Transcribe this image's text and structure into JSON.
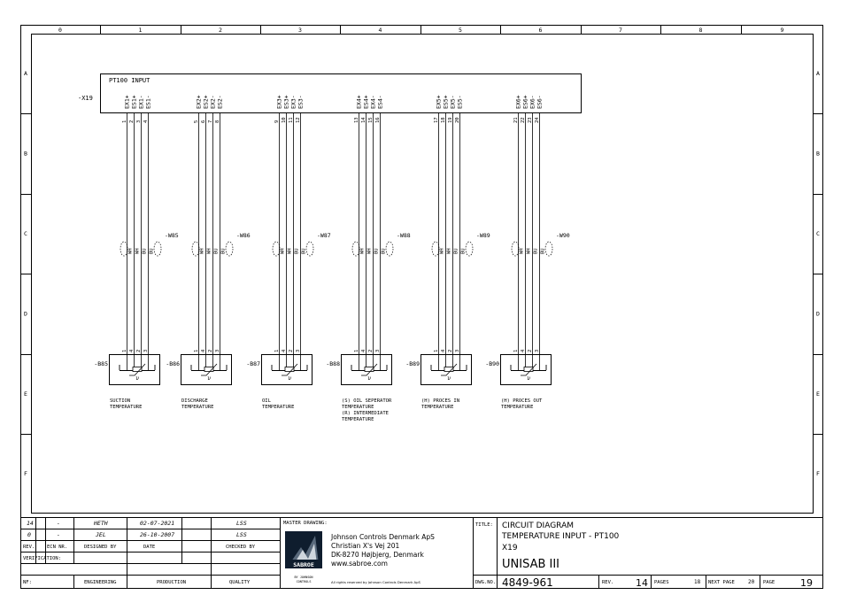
{
  "columns": [
    "0",
    "1",
    "2",
    "3",
    "4",
    "5",
    "6",
    "7",
    "8",
    "9"
  ],
  "rows": [
    "A",
    "B",
    "C",
    "D",
    "E",
    "F"
  ],
  "diagram": {
    "input_box_label": "PT100 INPUT",
    "terminal_block": "-X19",
    "channels": [
      {
        "terminals": [
          "EX1+",
          "ES1+",
          "EX1-",
          "ES1-"
        ],
        "numbers": [
          "1",
          "2",
          "3",
          "4"
        ],
        "cable": "-W85",
        "sensor": "-B85",
        "caption": [
          "SUCTION",
          "TEMPERATURE"
        ]
      },
      {
        "terminals": [
          "EX2+",
          "ES2+",
          "EX2-",
          "ES2-"
        ],
        "numbers": [
          "5",
          "6",
          "7",
          "8"
        ],
        "cable": "-W86",
        "sensor": "-B86",
        "caption": [
          "DISCHARGE",
          "TEMPERATURE"
        ]
      },
      {
        "terminals": [
          "EX3+",
          "ES3+",
          "EX3-",
          "ES3-"
        ],
        "numbers": [
          "9",
          "10",
          "11",
          "12"
        ],
        "cable": "-W87",
        "sensor": "-B87",
        "caption": [
          "OIL",
          "TEMPERATURE"
        ]
      },
      {
        "terminals": [
          "EX4+",
          "ES4+",
          "EX4-",
          "ES4-"
        ],
        "numbers": [
          "13",
          "14",
          "15",
          "16"
        ],
        "cable": "-W88",
        "sensor": "-B88",
        "caption": [
          "(S) OIL SEPERATOR",
          "TEMPERATURE",
          "(R) INTERMEDIATE",
          "TEMPERATURE"
        ]
      },
      {
        "terminals": [
          "EX5+",
          "ES5+",
          "EX5-",
          "ES5-"
        ],
        "numbers": [
          "17",
          "18",
          "19",
          "20"
        ],
        "cable": "-W89",
        "sensor": "-B89",
        "caption": [
          "(H) PROCES IN",
          "TEMPERATURE"
        ]
      },
      {
        "terminals": [
          "EX6+",
          "ES6+",
          "EX6-",
          "ES6-"
        ],
        "numbers": [
          "21",
          "22",
          "23",
          "24"
        ],
        "cable": "-W90",
        "sensor": "-B90",
        "caption": [
          "(H) PROCES OUT",
          "TEMPERATURE"
        ]
      }
    ],
    "wire_colors": [
      "WH",
      "WH",
      "BU",
      "BU"
    ],
    "sensor_pins": [
      "1",
      "4",
      "2",
      "3"
    ],
    "sensor_symbol": "υ"
  },
  "title_block": {
    "revisions": [
      {
        "rev": "14",
        "ecn": "-",
        "designed": "HETH",
        "date": "02-07-2021",
        "checked": "LSS"
      },
      {
        "rev": "0",
        "ecn": "-",
        "designed": "JEL",
        "date": "26-10-2007",
        "checked": "LSS"
      }
    ],
    "headers": {
      "rev": "REV.",
      "ecn": "ECN NR.",
      "designed": "DESIGNED BY",
      "date": "DATE",
      "checked": "CHECKED BY"
    },
    "verification": "VERIFICATION:",
    "bottom_labels": {
      "nf": "NF:",
      "engineering": "ENGINEERING",
      "production": "PRODUCTION",
      "quality": "QUALITY"
    },
    "master_drawing": "MASTER DRAWING:",
    "company_lines": [
      "Johnson Controls Denmark ApS",
      "Christian X's Vej 201",
      "DK-8270 Højbjerg, Denmark",
      "www.sabroe.com"
    ],
    "logo_text": "SABROE",
    "logo_sub": [
      "BY JOHNSON",
      "CONTROLS"
    ],
    "rights": "All rights reserved by Johnson Controls Denmark ApS",
    "title_label": "TITLE:",
    "title_lines": [
      "CIRCUIT DIAGRAM",
      "TEMPERATURE INPUT - PT100",
      "X19"
    ],
    "product": "UNISAB III",
    "dwg_label": "DWG.NO.",
    "dwg_no": "4849-961",
    "rev_label": "REV.",
    "rev_value": "14",
    "pages_label": "PAGES",
    "pages_value": "18",
    "next_page_label": "NEXT PAGE",
    "next_page_value": "20",
    "page_label": "PAGE",
    "page_value": "19"
  }
}
